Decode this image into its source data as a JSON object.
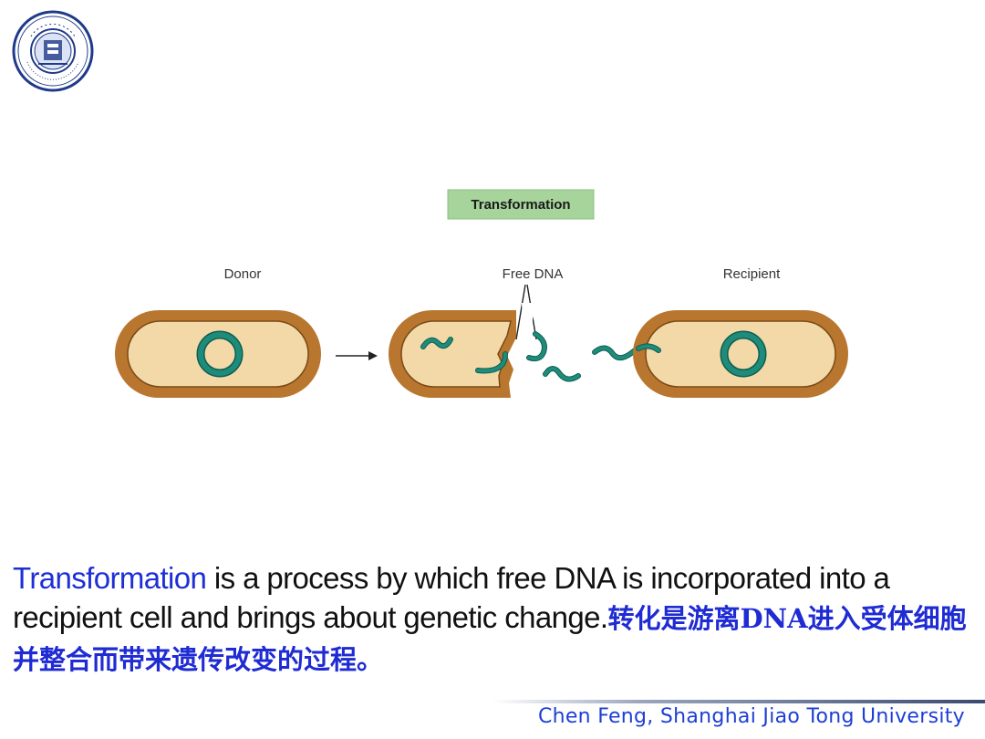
{
  "figure": {
    "title": "Transformation",
    "labels": {
      "donor": "Donor",
      "free_dna": "Free DNA",
      "recipient": "Recipient"
    },
    "colors": {
      "cell_wall": "#b9762e",
      "cytoplasm": "#f2d9a7",
      "dna": "#1e8c7a",
      "title_bg": "#a6d49b"
    }
  },
  "caption": {
    "term": "Transformation",
    "text_en": " is a process by which free DNA is incorporated into a recipient cell and brings about genetic change.",
    "text_cn": "转化是游离DNA进入受体细胞并整合而带来遗传改变的过程。"
  },
  "footer": {
    "credit": "Chen Feng, Shanghai Jiao Tong University"
  }
}
